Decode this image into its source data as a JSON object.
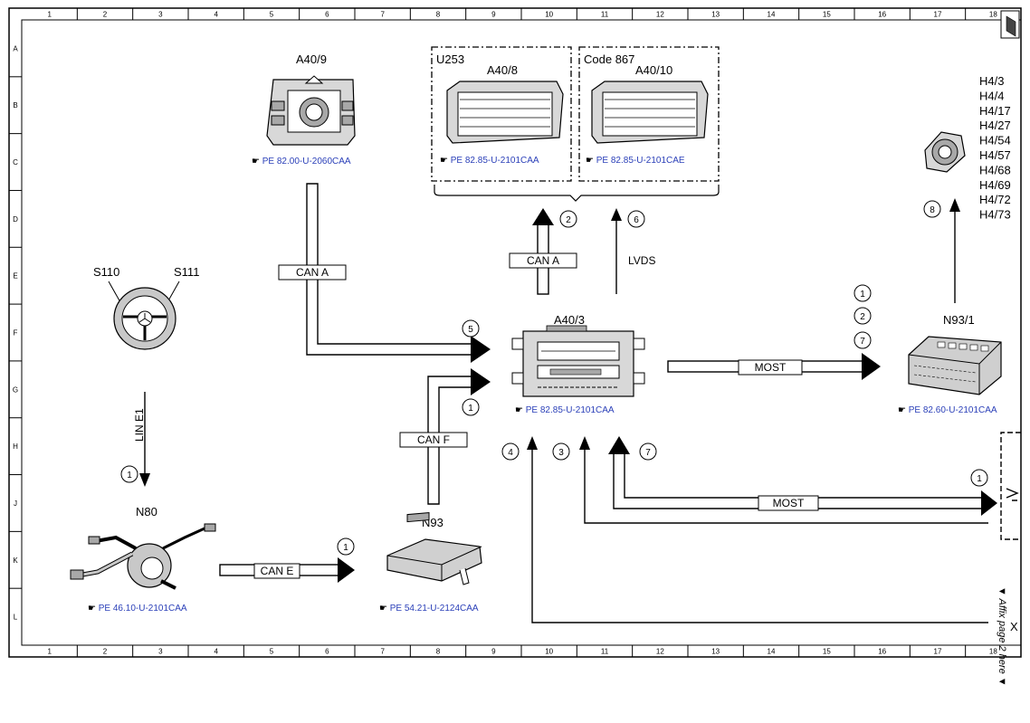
{
  "grid": {
    "columns": [
      "1",
      "2",
      "3",
      "4",
      "5",
      "6",
      "7",
      "8",
      "9",
      "10",
      "11",
      "12",
      "13",
      "14",
      "15",
      "16",
      "17",
      "18"
    ],
    "rows": [
      "A",
      "B",
      "C",
      "D",
      "E",
      "F",
      "G",
      "H",
      "J",
      "K",
      "L"
    ]
  },
  "components": {
    "a40_9": {
      "label": "A40/9",
      "ref": "PE 82.00-U-2060CAA"
    },
    "a40_8": {
      "group": "U253",
      "label": "A40/8",
      "ref": "PE 82.85-U-2101CAA"
    },
    "a40_10": {
      "group": "Code 867",
      "label": "A40/10",
      "ref": "PE 82.85-U-2101CAE"
    },
    "h4_list": [
      "H4/3",
      "H4/4",
      "H4/17",
      "H4/27",
      "H4/54",
      "H4/57",
      "H4/68",
      "H4/69",
      "H4/72",
      "H4/73"
    ],
    "s110": {
      "label": "S110"
    },
    "s111": {
      "label": "S111"
    },
    "a40_3": {
      "label": "A40/3",
      "ref": "PE 82.85-U-2101CAA"
    },
    "n93_1": {
      "label": "N93/1",
      "ref": "PE 82.60-U-2101CAA"
    },
    "n80": {
      "label": "N80",
      "ref": "PE 46.10-U-2101CAA"
    },
    "n93": {
      "label": "N93",
      "ref": "PE 54.21-U-2124CAA"
    }
  },
  "buses": {
    "can_a_left": "CAN A",
    "can_a_up": "CAN A",
    "lvds": "LVDS",
    "can_f": "CAN F",
    "can_e": "CAN E",
    "lin_e1": "LIN E1",
    "most_right": "MOST",
    "most_bottom": "MOST"
  },
  "circle_numbers": {
    "c2_top": "2",
    "c6_top": "6",
    "c8": "8",
    "c1_stack": "1",
    "c2_stack": "2",
    "c7_stack": "7",
    "c5": "5",
    "c1_can_f": "1",
    "c1_lin": "1",
    "c1_can_e": "1",
    "c4": "4",
    "c3": "3",
    "c7_bottom": "7",
    "c1_most": "1"
  },
  "side_note": "▼ Affix page 2 here ▼",
  "edge_char": "X"
}
